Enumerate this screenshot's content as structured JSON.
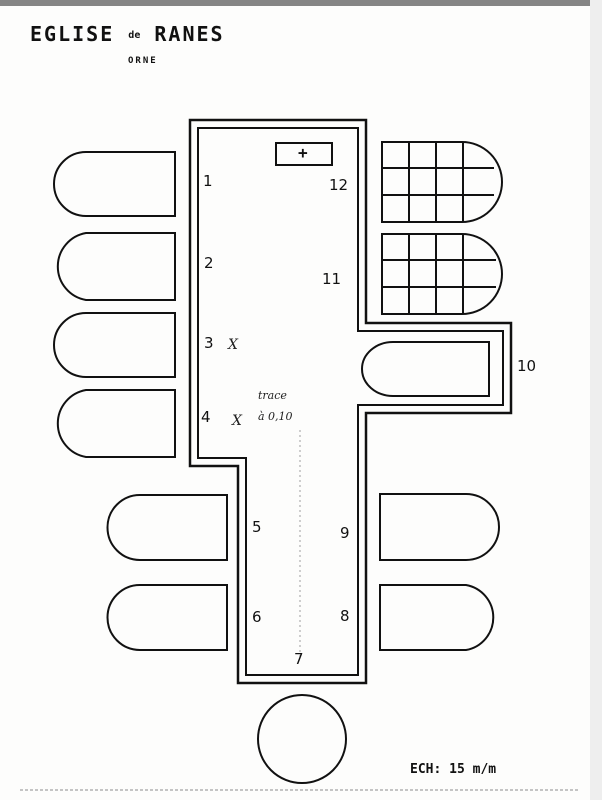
{
  "title": {
    "part1": "EGLISE",
    "part2": "de",
    "part3": "RANES"
  },
  "subtitle": "ORNE",
  "scale": "ECH: 15 m/m",
  "note": {
    "line1": "trace",
    "line2": "à 0,10"
  },
  "markers": {
    "m3": "X",
    "m4": "X"
  },
  "altar_symbol": "+",
  "stations": [
    "1",
    "2",
    "3",
    "4",
    "5",
    "6",
    "7",
    "8",
    "9",
    "10",
    "11",
    "12"
  ]
}
